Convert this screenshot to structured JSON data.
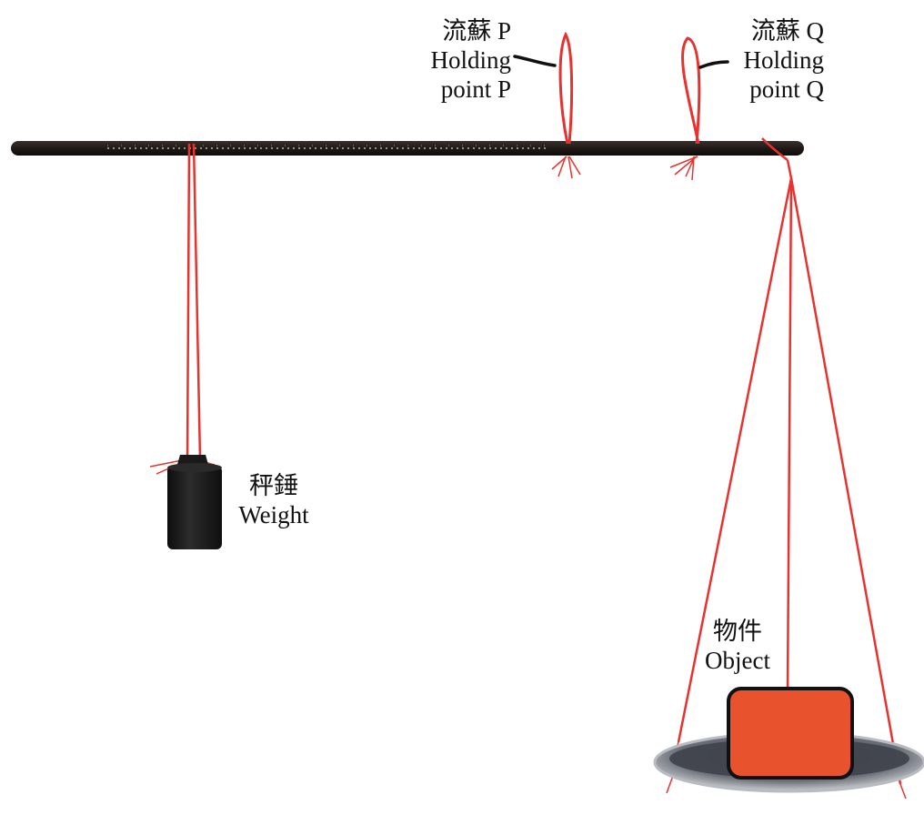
{
  "labels": {
    "holding_p": {
      "zh": "流蘇 P",
      "en1": "Holding",
      "en2": "point P"
    },
    "holding_q": {
      "zh": "流蘇 Q",
      "en1": "Holding",
      "en2": "point Q"
    },
    "weight": {
      "zh": "秤錘",
      "en": "Weight"
    },
    "object": {
      "zh": "物件",
      "en": "Object"
    }
  },
  "colors": {
    "beam": "#1f1a18",
    "string": "#e8322e",
    "weight": "#1b1b1b",
    "object": "#e8532e",
    "pan": "#9aa0a6"
  }
}
